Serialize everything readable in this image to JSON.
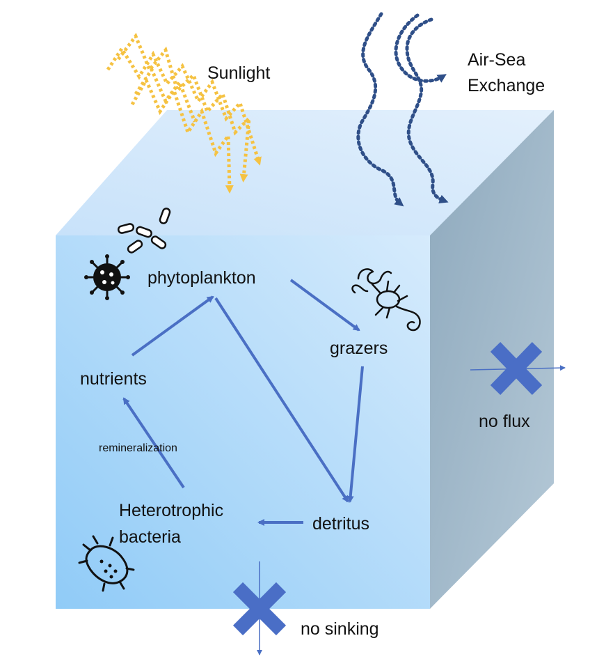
{
  "labels": {
    "sunlight": "Sunlight",
    "air_sea_line1": "Air-Sea",
    "air_sea_line2": "Exchange",
    "phytoplankton": "phytoplankton",
    "grazers": "grazers",
    "nutrients": "nutrients",
    "remineralization": "remineralization",
    "heterotrophic_line1": "Heterotrophic",
    "heterotrophic_line2": "bacteria",
    "detritus": "detritus",
    "no_flux": "no flux",
    "no_sinking": "no sinking"
  },
  "colors": {
    "arrow": "#4a6fc4",
    "cross": "#4a6ec6",
    "sunlight": "#f5c242",
    "air_sea": "#2f4f88",
    "cube_top": "#d5e7fa",
    "cube_front": "#aed6f8",
    "cube_side": "#9db6c8"
  },
  "icons": [
    "virus-icon",
    "bacilli-icon",
    "scorpion-icon",
    "bacterium-icon"
  ]
}
